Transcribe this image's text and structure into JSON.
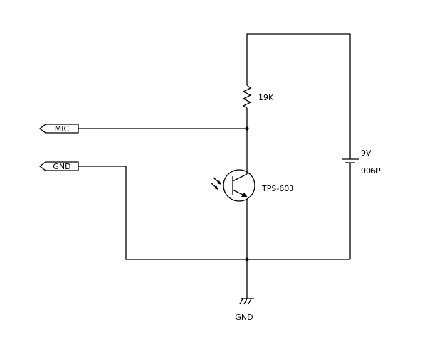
{
  "ports": [
    {
      "label": "MIC"
    },
    {
      "label": "GND"
    }
  ],
  "components": {
    "resistor": {
      "value": "19K"
    },
    "phototransistor": {
      "part": "TPS-603"
    },
    "battery": {
      "voltage": "9V",
      "type": "006P"
    },
    "ground": {
      "label": "GND"
    }
  },
  "colors": {
    "line": "#000000",
    "background": "#ffffff"
  }
}
